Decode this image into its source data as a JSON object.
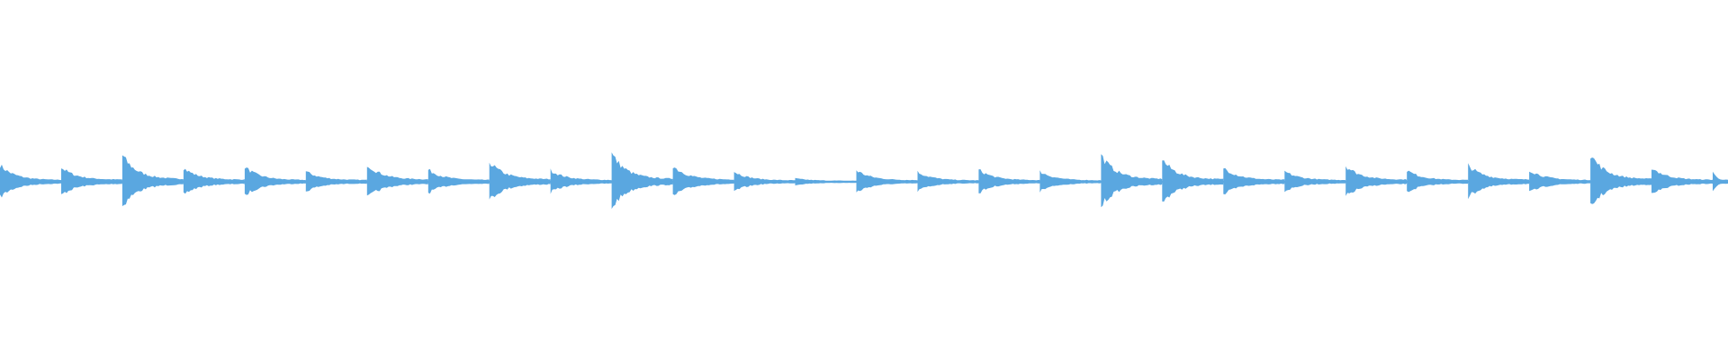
{
  "waveform": {
    "color": "#5aa7e0",
    "background": "#ffffff",
    "duration_sections": 28.25,
    "amplitude_scale": 1.0,
    "note_onsets": [
      {
        "t": 0.0,
        "amp": 0.58,
        "tail": 0.1
      },
      {
        "t": 1.0,
        "amp": 0.5,
        "tail": 0.12
      },
      {
        "t": 2.0,
        "amp": 0.92,
        "tail": 0.15
      },
      {
        "t": 3.0,
        "amp": 0.48,
        "tail": 0.12
      },
      {
        "t": 4.0,
        "amp": 0.52,
        "tail": 0.1
      },
      {
        "t": 5.0,
        "amp": 0.36,
        "tail": 0.1
      },
      {
        "t": 6.0,
        "amp": 0.62,
        "tail": 0.13
      },
      {
        "t": 7.0,
        "amp": 0.42,
        "tail": 0.1
      },
      {
        "t": 8.0,
        "amp": 0.7,
        "tail": 0.14
      },
      {
        "t": 9.0,
        "amp": 0.4,
        "tail": 0.1
      },
      {
        "t": 10.0,
        "amp": 0.98,
        "tail": 0.16
      },
      {
        "t": 11.0,
        "amp": 0.56,
        "tail": 0.12
      },
      {
        "t": 12.0,
        "amp": 0.36,
        "tail": 0.08
      },
      {
        "t": 13.0,
        "amp": 0.12,
        "tail": 0.05
      },
      {
        "t": 14.0,
        "amp": 0.4,
        "tail": 0.09
      },
      {
        "t": 15.0,
        "amp": 0.34,
        "tail": 0.08
      },
      {
        "t": 16.0,
        "amp": 0.42,
        "tail": 0.09
      },
      {
        "t": 17.0,
        "amp": 0.36,
        "tail": 0.08
      },
      {
        "t": 18.0,
        "amp": 0.92,
        "tail": 0.15
      },
      {
        "t": 19.0,
        "amp": 0.78,
        "tail": 0.14
      },
      {
        "t": 20.0,
        "amp": 0.5,
        "tail": 0.11
      },
      {
        "t": 21.0,
        "amp": 0.36,
        "tail": 0.1
      },
      {
        "t": 22.0,
        "amp": 0.56,
        "tail": 0.12
      },
      {
        "t": 23.0,
        "amp": 0.4,
        "tail": 0.1
      },
      {
        "t": 24.0,
        "amp": 0.58,
        "tail": 0.12
      },
      {
        "t": 25.0,
        "amp": 0.42,
        "tail": 0.1
      },
      {
        "t": 26.0,
        "amp": 0.96,
        "tail": 0.15
      },
      {
        "t": 27.0,
        "amp": 0.5,
        "tail": 0.11
      },
      {
        "t": 28.0,
        "amp": 0.36,
        "tail": 0.1
      }
    ]
  }
}
